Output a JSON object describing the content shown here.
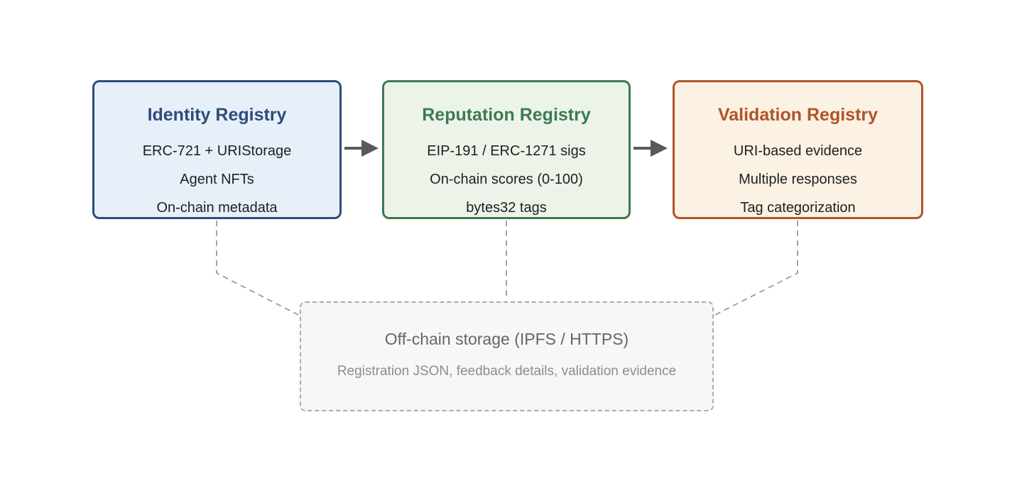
{
  "diagram": {
    "background": "#ffffff",
    "body_text_color": "#1f1f1f"
  },
  "registries": [
    {
      "id": "identity",
      "title": "Identity Registry",
      "items": [
        "ERC-721 + URIStorage",
        "Agent NFTs",
        "On-chain metadata"
      ],
      "accent": "#2e4d7b",
      "bg": "#e7f0f8"
    },
    {
      "id": "reputation",
      "title": "Reputation Registry",
      "items": [
        "EIP-191 / ERC-1271 sigs",
        "On-chain scores (0-100)",
        "bytes32 tags"
      ],
      "accent": "#3d7a52",
      "bg": "#ecf4e9"
    },
    {
      "id": "validation",
      "title": "Validation Registry",
      "items": [
        "URI-based evidence",
        "Multiple responses",
        "Tag categorization"
      ],
      "accent": "#b0542b",
      "bg": "#fbf2e3"
    }
  ],
  "storage": {
    "title": "Off-chain storage (IPFS / HTTPS)",
    "subtitle": "Registration JSON, feedback details, validation evidence",
    "border_color": "#ababab",
    "bg": "#f7f7f7",
    "title_color": "#666666",
    "subtitle_color": "#8d8d8d"
  },
  "connectors": {
    "arrow_color": "#595959",
    "dash_color": "#9b9b9b",
    "arrow_icon": "right-arrow",
    "dashed_style": "dashed-elbow"
  }
}
